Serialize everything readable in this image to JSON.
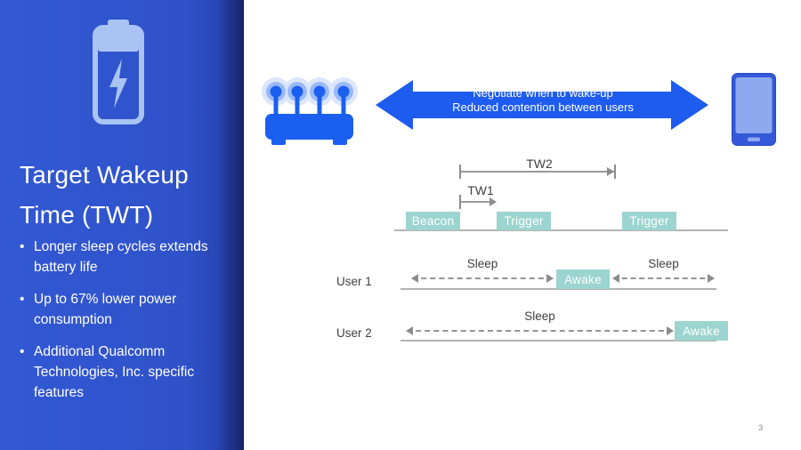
{
  "slide": {
    "page_number": "3"
  },
  "sidebar": {
    "title_line1": "Target Wakeup",
    "title_line2": "Time (TWT)",
    "bullet_char": "•",
    "bullets": [
      "Longer sleep cycles extends battery life",
      "Up to 67% lower power consumption",
      "Additional Qualcomm Technologies, Inc. specific features"
    ],
    "colors": {
      "background": "#2f52c9",
      "background_edge": "#18266f",
      "icon_light_blue": "#a9c3f4",
      "text": "#ffffff"
    }
  },
  "main": {
    "negotiation_arrow": {
      "line1": "Negotiate when to wake-up",
      "line2": "Reduced contention between users",
      "color": "#1e5cf0"
    },
    "icons": {
      "router": "wifi-router-icon",
      "phone": "smartphone-icon",
      "battery": "battery-charging-icon"
    },
    "timing_diagram": {
      "tw2_label": "TW2",
      "tw1_label": "TW1",
      "beacon_label": "Beacon",
      "trigger1_label": "Trigger",
      "trigger2_label": "Trigger",
      "box_color": "#9cd4cf",
      "line_color": "#9a9a9a",
      "user1": {
        "name": "User 1",
        "sleep_left": "Sleep",
        "awake": "Awake",
        "sleep_right": "Sleep"
      },
      "user2": {
        "name": "User 2",
        "sleep": "Sleep",
        "awake": "Awake"
      }
    }
  }
}
